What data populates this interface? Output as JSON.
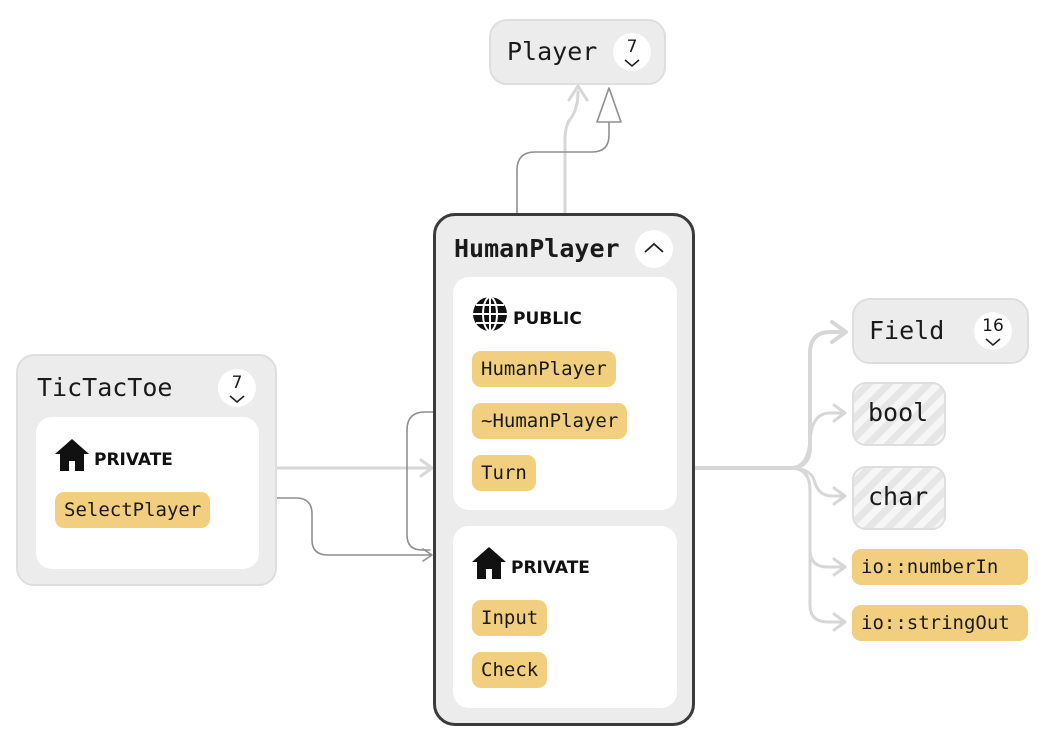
{
  "nodes": {
    "player": {
      "title": "Player",
      "count": "7"
    },
    "human_player": {
      "title": "HumanPlayer",
      "public": {
        "label": "PUBLIC",
        "members": [
          "HumanPlayer",
          "~HumanPlayer",
          "Turn"
        ]
      },
      "private": {
        "label": "PRIVATE",
        "members": [
          "Input",
          "Check"
        ]
      }
    },
    "tictactoe": {
      "title": "TicTacToe",
      "count": "7",
      "private": {
        "label": "PRIVATE",
        "members": [
          "SelectPlayer"
        ]
      }
    },
    "field": {
      "title": "Field",
      "count": "16"
    },
    "bool": {
      "title": "bool"
    },
    "char": {
      "title": "char"
    },
    "number_in": {
      "title": "io::numberIn"
    },
    "string_out": {
      "title": "io::stringOut"
    }
  },
  "colors": {
    "node_bg": "#ececec",
    "member_pill": "#f2cf7e",
    "edge": "#d7d7d7",
    "edge_dark": "#8f8f8f",
    "focus_border": "#3a3a3a"
  },
  "icons": {
    "public": "globe-icon",
    "private": "house-icon",
    "collapse": "chevron-up-icon",
    "expand": "chevron-down-icon"
  }
}
